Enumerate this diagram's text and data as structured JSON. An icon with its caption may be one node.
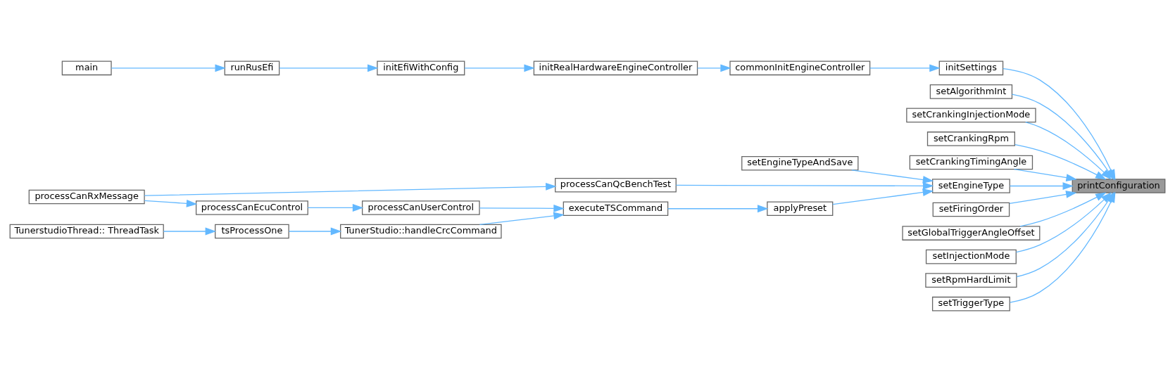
{
  "diagram": {
    "nodes": [
      {
        "text": [
          "main"
        ]
      },
      {
        "text": [
          "runRusEfi"
        ]
      },
      {
        "text": [
          "initEfiWithConfig"
        ]
      },
      {
        "text": [
          "initRealHardwareEngineController"
        ]
      },
      {
        "text": [
          "commonInitEngineController"
        ]
      },
      {
        "text": [
          "initSettings"
        ]
      },
      {
        "text": [
          "setAlgorithmInt"
        ]
      },
      {
        "text": [
          "setCrankingInjectionMode"
        ]
      },
      {
        "text": [
          "setCrankingRpm"
        ]
      },
      {
        "text": [
          "TunerstudioThread:: ThreadTask"
        ]
      },
      {
        "text": [
          "tsProcessOne"
        ]
      },
      {
        "text": [
          "TunerStudio::handleCrcCommand"
        ]
      },
      {
        "text": [
          "processCanEcuControl"
        ]
      },
      {
        "text": [
          "processCanUserControl"
        ]
      },
      {
        "text": [
          "executeTSCommand"
        ]
      },
      {
        "text": [
          "processCanRxMessage"
        ]
      },
      {
        "text": [
          "processCanQcBenchTest"
        ]
      },
      {
        "text": [
          "applyPreset"
        ]
      },
      {
        "text": [
          "setCrankingTimingAngle"
        ]
      },
      {
        "text": [
          "setEngineType"
        ]
      },
      {
        "text": [
          "printConfiguration"
        ]
      },
      {
        "text": [
          "setEngineTypeAndSave"
        ]
      },
      {
        "text": [
          "setFiringOrder"
        ]
      },
      {
        "text": [
          "setGlobalTriggerAngleOffset"
        ]
      },
      {
        "text": [
          "setInjectionMode"
        ]
      },
      {
        "text": [
          "setRpmHardLimit"
        ]
      },
      {
        "text": [
          "setTriggerType"
        ]
      }
    ],
    "edges": [
      {
        "from": 0,
        "to": 1,
        "arrow": "to"
      },
      {
        "from": 1,
        "to": 2,
        "arrow": "to"
      },
      {
        "from": 2,
        "to": 3,
        "arrow": "to"
      },
      {
        "from": 3,
        "to": 4,
        "arrow": "to"
      },
      {
        "from": 4,
        "to": 5,
        "arrow": "to"
      },
      {
        "from": 5,
        "to": 20,
        "arrow": "to"
      },
      {
        "from": 6,
        "to": 20,
        "arrow": "to"
      },
      {
        "from": 7,
        "to": 20,
        "arrow": "to"
      },
      {
        "from": 8,
        "to": 20,
        "arrow": "to"
      },
      {
        "from": 18,
        "to": 20,
        "arrow": "to"
      },
      {
        "from": 19,
        "to": 20,
        "arrow": "to"
      },
      {
        "from": 22,
        "to": 20,
        "arrow": "to"
      },
      {
        "from": 23,
        "to": 20,
        "arrow": "to"
      },
      {
        "from": 24,
        "to": 20,
        "arrow": "to"
      },
      {
        "from": 25,
        "to": 20,
        "arrow": "to"
      },
      {
        "from": 26,
        "to": 20,
        "arrow": "to"
      },
      {
        "from": 9,
        "to": 10,
        "arrow": "to"
      },
      {
        "from": 10,
        "to": 11,
        "arrow": "to"
      },
      {
        "from": 11,
        "to": 14,
        "arrow": "to"
      },
      {
        "from": 15,
        "to": 12,
        "arrow": "to"
      },
      {
        "from": 12,
        "to": 13,
        "arrow": "to"
      },
      {
        "from": 13,
        "to": 14,
        "arrow": "to"
      },
      {
        "from": 14,
        "to": 17,
        "arrow": "to"
      },
      {
        "from": 17,
        "to": 19,
        "arrow": "to"
      },
      {
        "from": 15,
        "to": 16,
        "arrow": "to"
      },
      {
        "from": 16,
        "to": 19,
        "arrow": "to"
      },
      {
        "from": 21,
        "to": 19,
        "arrow": "to"
      }
    ]
  }
}
